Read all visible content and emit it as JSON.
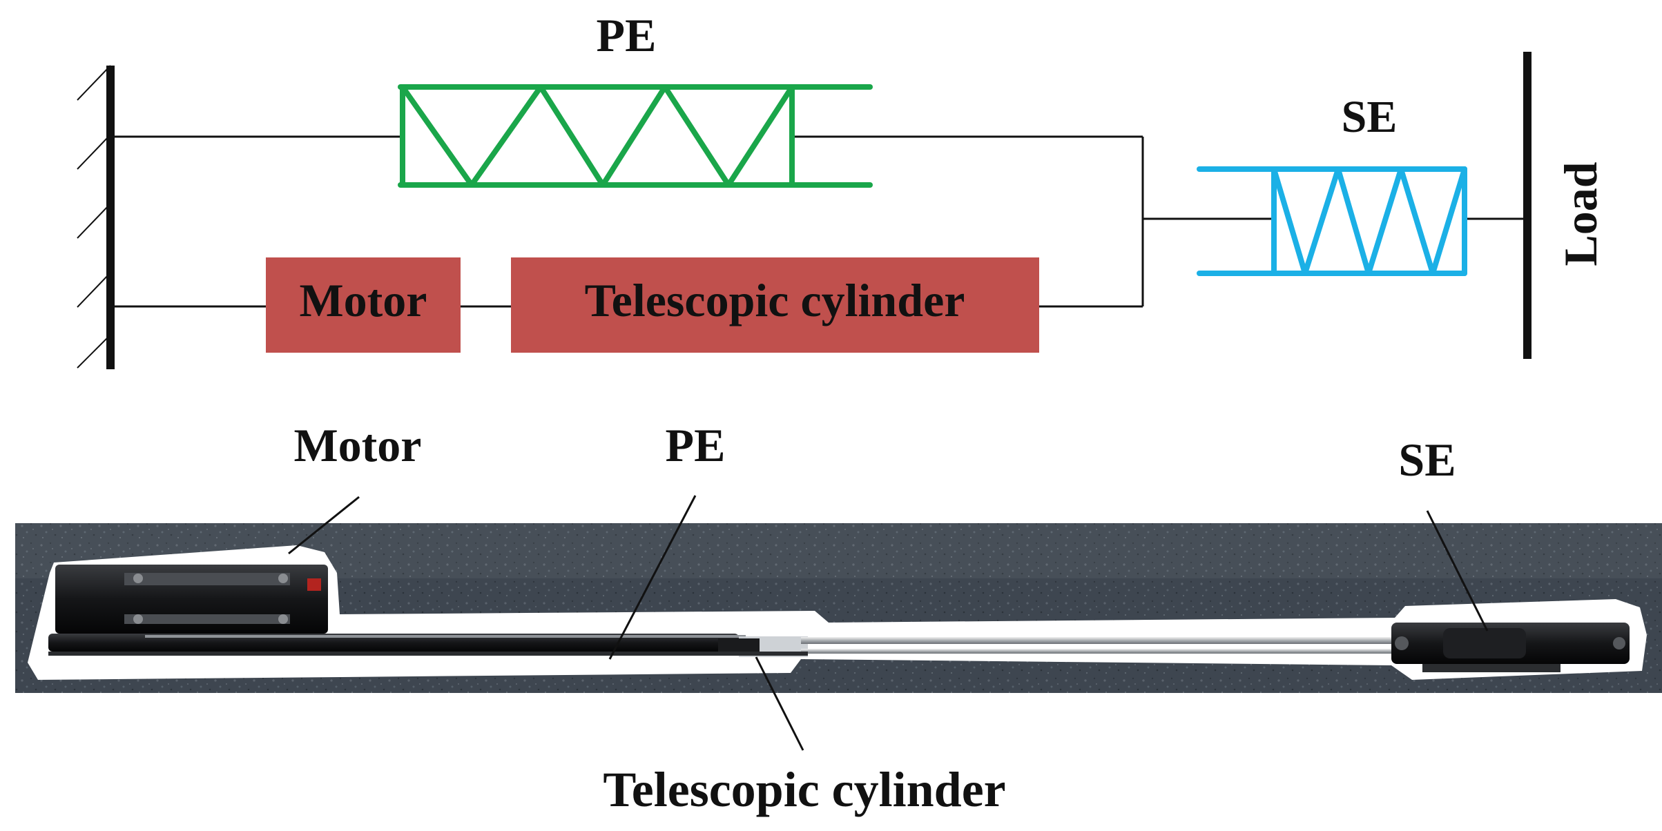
{
  "schematic": {
    "labels": {
      "pe": "PE",
      "se": "SE",
      "load": "Load",
      "motor": "Motor",
      "cylinder": "Telescopic cylinder"
    },
    "colors": {
      "pe": "#1aa64a",
      "se": "#1bb0e6",
      "block": "#c0504d",
      "line": "#111111"
    }
  },
  "photo": {
    "labels": {
      "motor": "Motor",
      "pe": "PE",
      "se": "SE",
      "cylinder": "Telescopic cylinder"
    },
    "colors": {
      "floor": "#3e4650",
      "outline": "#ffffff"
    }
  }
}
